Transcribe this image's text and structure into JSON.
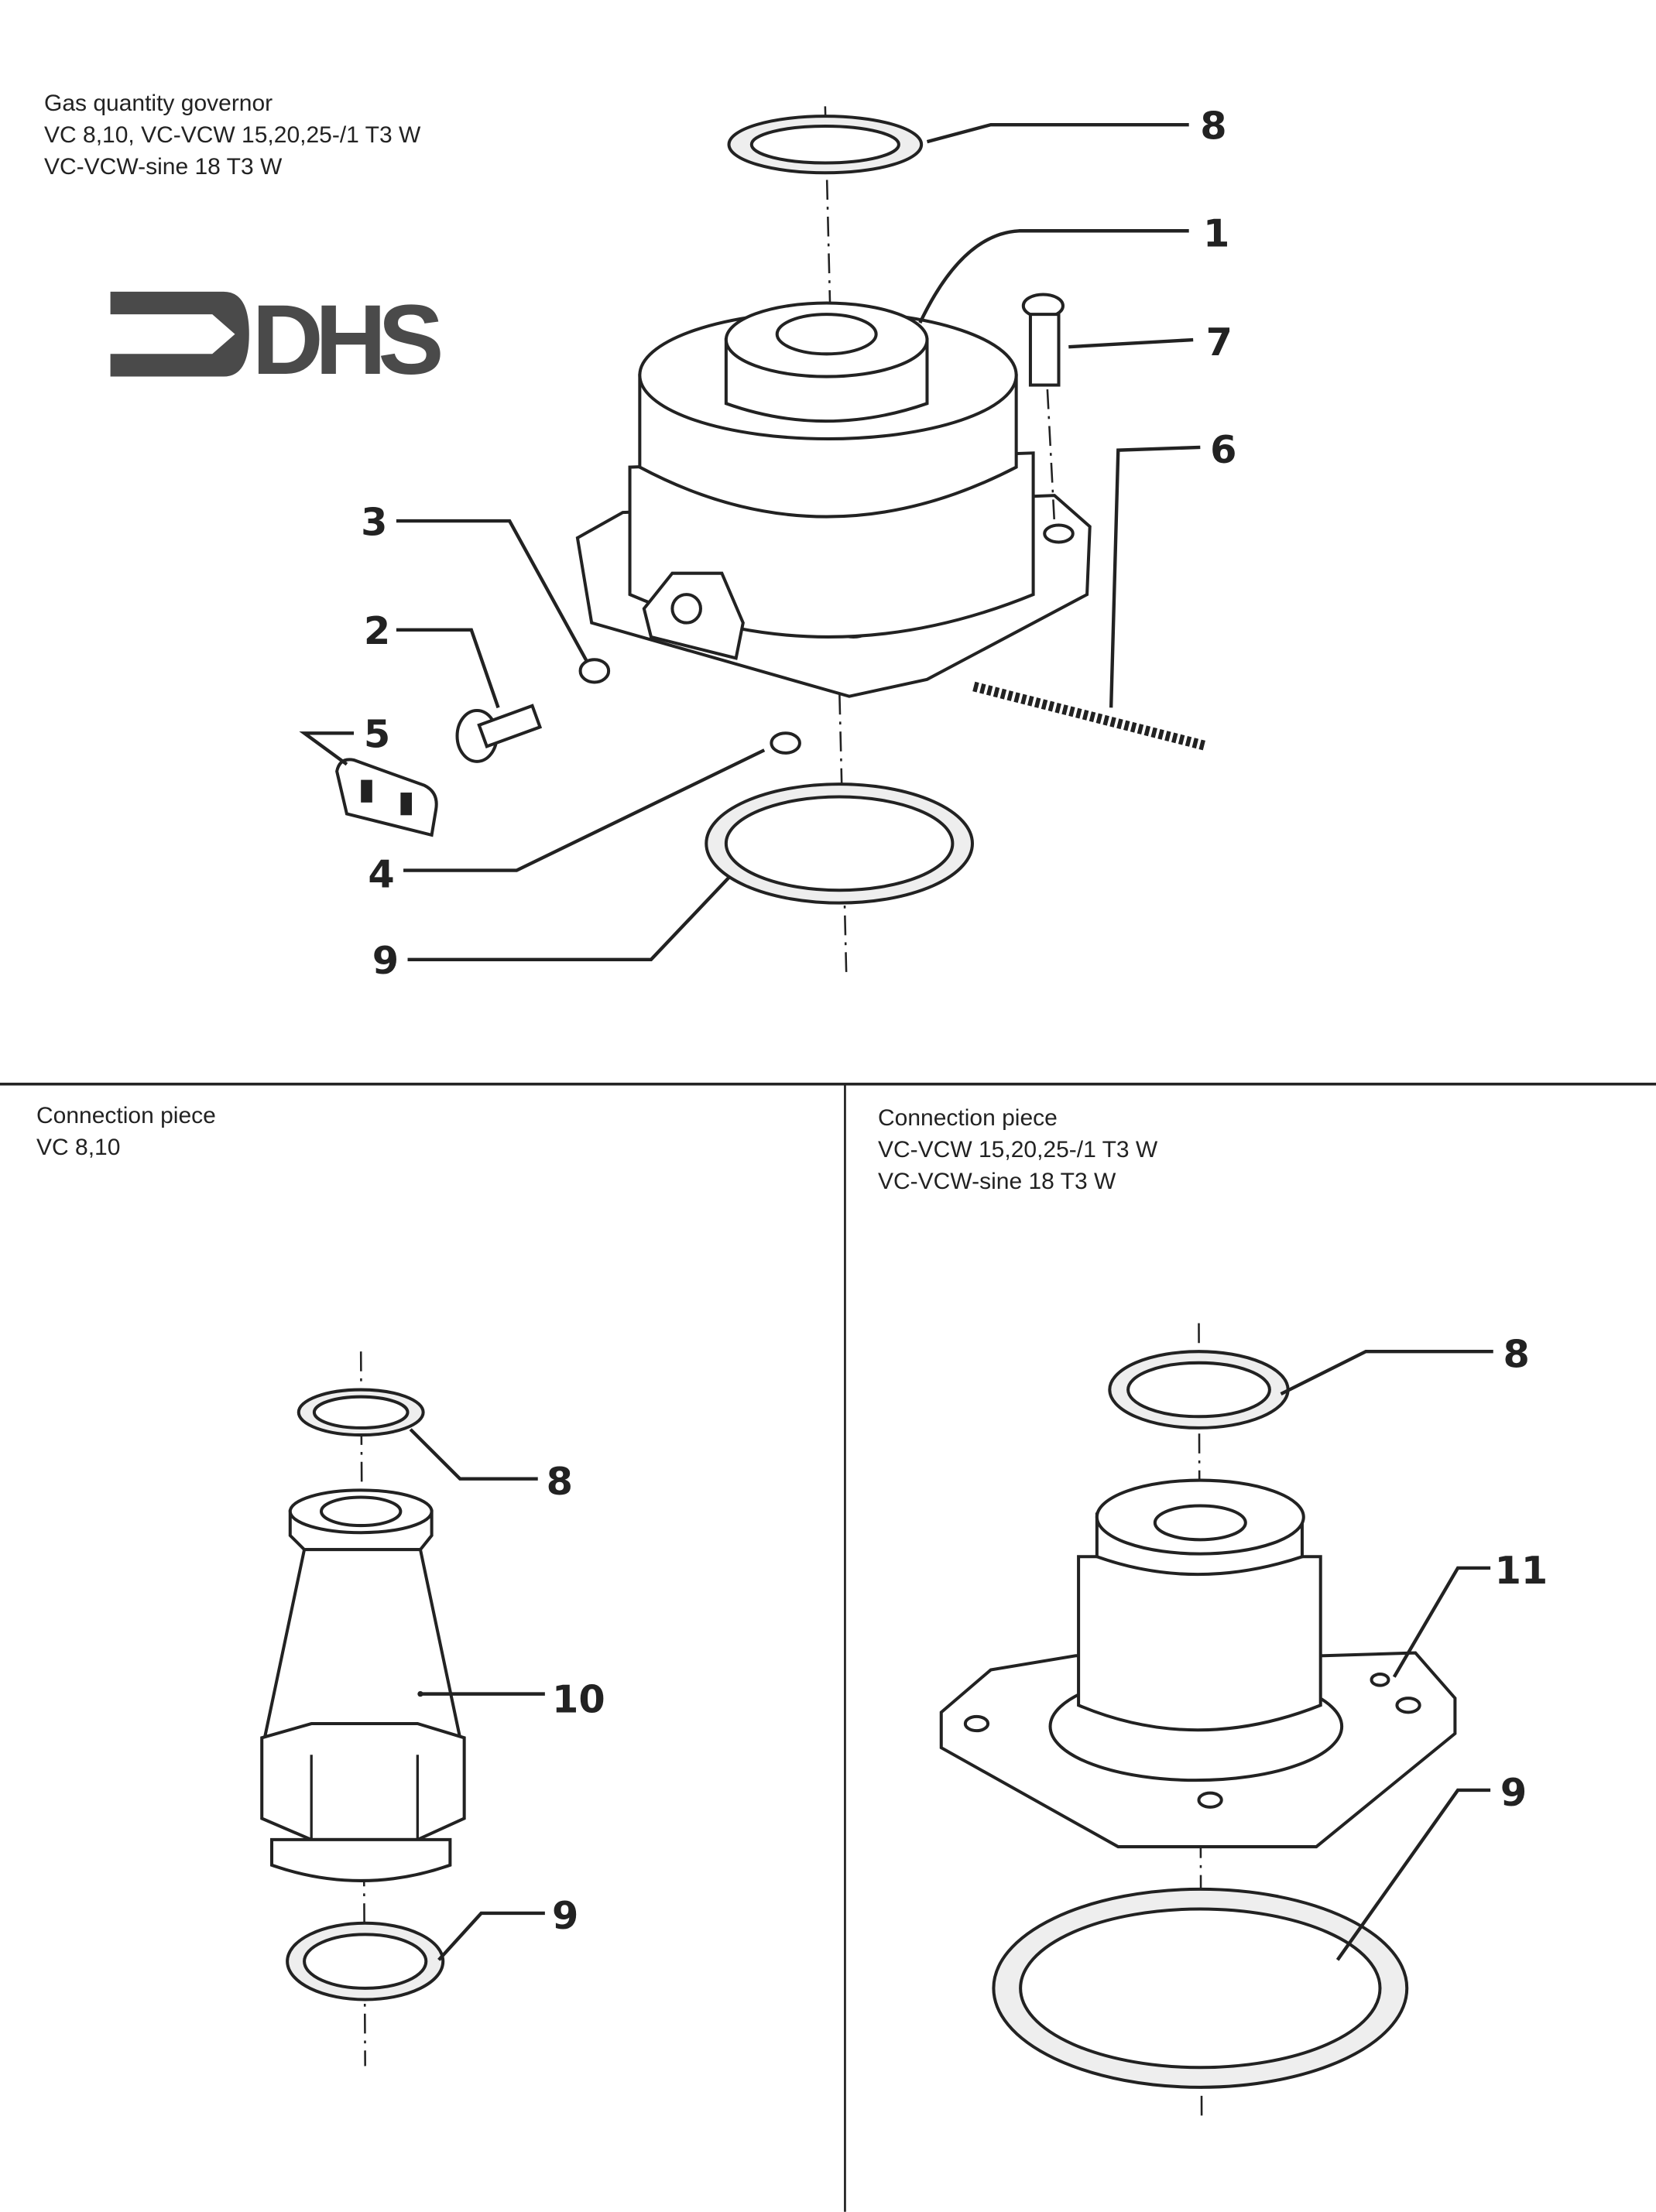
{
  "top_section": {
    "title_lines": [
      "Gas quantity governor",
      "VC 8,10, VC-VCW 15,20,25-/1 T3 W",
      "VC-VCW-sine 18 T3 W"
    ],
    "logo_text": "DHS",
    "callouts": [
      "8",
      "1",
      "7",
      "6",
      "3",
      "2",
      "5",
      "4",
      "9"
    ]
  },
  "bottom_left_section": {
    "title_lines": [
      "Connection piece",
      "VC 8,10"
    ],
    "callouts": [
      "8",
      "10",
      "9"
    ]
  },
  "bottom_right_section": {
    "title_lines": [
      "Connection piece",
      "VC-VCW 15,20,25-/1 T3 W",
      "VC-VCW-sine 18 T3 W"
    ],
    "callouts": [
      "8",
      "11",
      "9"
    ]
  }
}
